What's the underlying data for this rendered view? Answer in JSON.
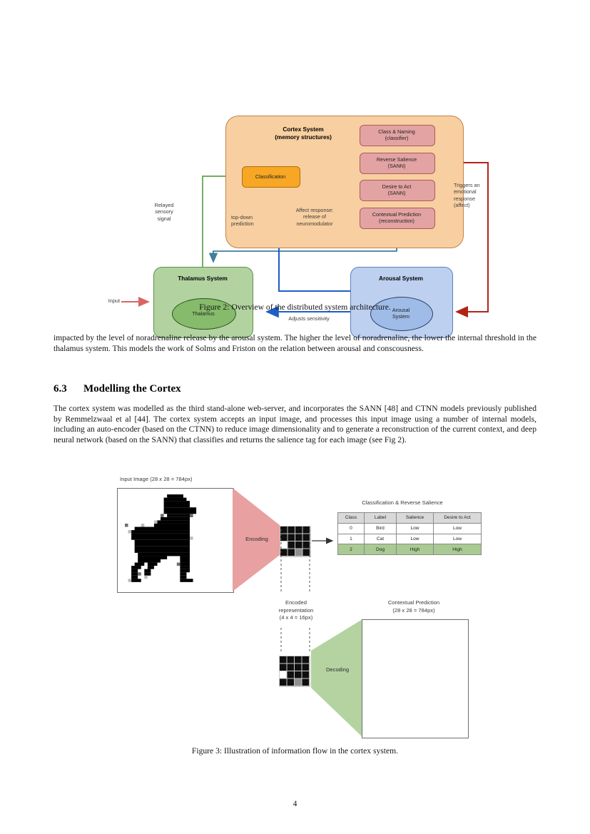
{
  "figure2": {
    "caption": "Figure 2: Overview of the distributed system architecture.",
    "cortex": {
      "title_line1": "Cortex System",
      "title_line2": "(memory structures)",
      "classification": "Classification",
      "topdown_line1": "top-down",
      "topdown_line2": "prediction",
      "outputs": [
        {
          "line1": "Class & Naming",
          "line2": "(classifier)"
        },
        {
          "line1": "Reverse Salience",
          "line2": "(SANN)"
        },
        {
          "line1": "Desire to Act",
          "line2": "(SANN)"
        },
        {
          "line1": "Contextual Prediction",
          "line2": "(reconstruction)"
        }
      ]
    },
    "thalamus": {
      "title": "Thalamus System",
      "inner": "Thalamus"
    },
    "arousal": {
      "title": "Arousal System",
      "inner_line1": "Arousal",
      "inner_line2": "System"
    },
    "labels": {
      "input": "Input",
      "relayed_line1": "Relayed",
      "relayed_line2": "sensory",
      "relayed_line3": "signal",
      "affect_line1": "Affect response:",
      "affect_line2": "release of",
      "affect_line3": "neuromodulator",
      "adjusts": "Adjusts sensitivity",
      "triggers_line1": "Triggers an",
      "triggers_line2": "emotional",
      "triggers_line3": "response",
      "triggers_line4": "(affect)"
    },
    "colors": {
      "cortex_fill": "#f8cfa0",
      "cortex_stroke": "#c0824a",
      "classification_fill": "#f7a723",
      "output_fill": "#e3a3a3",
      "thalamus_fill": "#b2d3a0",
      "arousal_fill": "#bdd0f0",
      "green_arrow": "#5aa44a",
      "red_arrow": "#d96565",
      "dark_red_arrow": "#b02418",
      "blue_arrow": "#1f5fc4",
      "teal_arrow": "#3f7f99",
      "orange_arrow": "#cc7a12"
    }
  },
  "paragraph1": "impacted by the level of noradrenaline release by the arousal system.  The higher the level of noradrenaline, the lower the internal threshold in the thalamus system.  This models the work of Solms and Friston on the relation between arousal and conscousness.",
  "section": {
    "number": "6.3",
    "title": "Modelling the Cortex"
  },
  "paragraph2": "The cortex system was modelled as the third stand-alone web-server, and incorporates the SANN [48] and CTNN models previously published by Remmelzwaal et al [44].  The cortex system accepts an input image, and processes this input image using a number of internal models, including an auto-encoder (based on the CTNN) to reduce image dimensionality and to generate a reconstruction of the current context, and deep neural network (based on the SANN) that classifies and returns the salience tag for each image (see Fig 2).",
  "figure3": {
    "caption": "Figure 3: Illustration of information flow in the cortex system.",
    "input_label": "Input Image (28 x 28 = 784px)",
    "encoding_label": "Encoding",
    "decoding_label": "Decoding",
    "encoded_line1": "Encoded",
    "encoded_line2": "representation",
    "encoded_line3": "(4 x 4 = 16px)",
    "prediction_line1": "Contextual Prediction",
    "prediction_line2": "(28 x 28 = 784px)",
    "table": {
      "title": "Classification & Reverse Salience",
      "headers": [
        "Class",
        "Label",
        "Salience",
        "Desire to Act"
      ],
      "rows": [
        {
          "class": "0",
          "label": "Bird",
          "salience": "Low",
          "desire": "Low",
          "highlight": false
        },
        {
          "class": "1",
          "label": "Cat",
          "salience": "Low",
          "desire": "Low",
          "highlight": false
        },
        {
          "class": "2",
          "label": "Dog",
          "salience": "High",
          "desire": "High",
          "highlight": true
        }
      ]
    },
    "colors": {
      "encoder_fill": "#e8a0a0",
      "decoder_fill": "#b4d3a0",
      "highlight_row": "#a9ca92"
    }
  },
  "page_number": "4"
}
